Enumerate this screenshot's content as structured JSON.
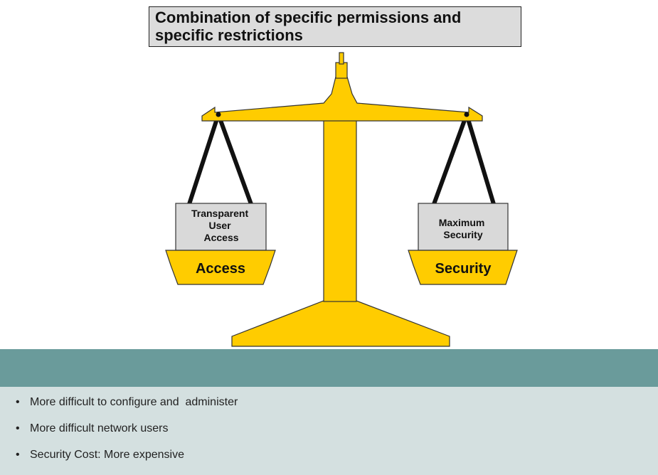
{
  "title": "Combination of specific permissions and specific restrictions",
  "left_pan": {
    "box_lines": [
      "Transparent",
      "User",
      "Access"
    ],
    "pan_label": "Access"
  },
  "right_pan": {
    "box_lines": [
      "Maximum",
      "Security"
    ],
    "pan_label": "Security"
  },
  "bullets": [
    "More difficult to configure and  administer",
    "More difficult network users",
    "Security Cost: More expensive"
  ],
  "colors": {
    "gold": "#ffcc00",
    "outline": "#333333",
    "box_gray": "#d9d9d9",
    "panel_header": "#6a9b9b",
    "panel_body": "#d4e0e0"
  }
}
